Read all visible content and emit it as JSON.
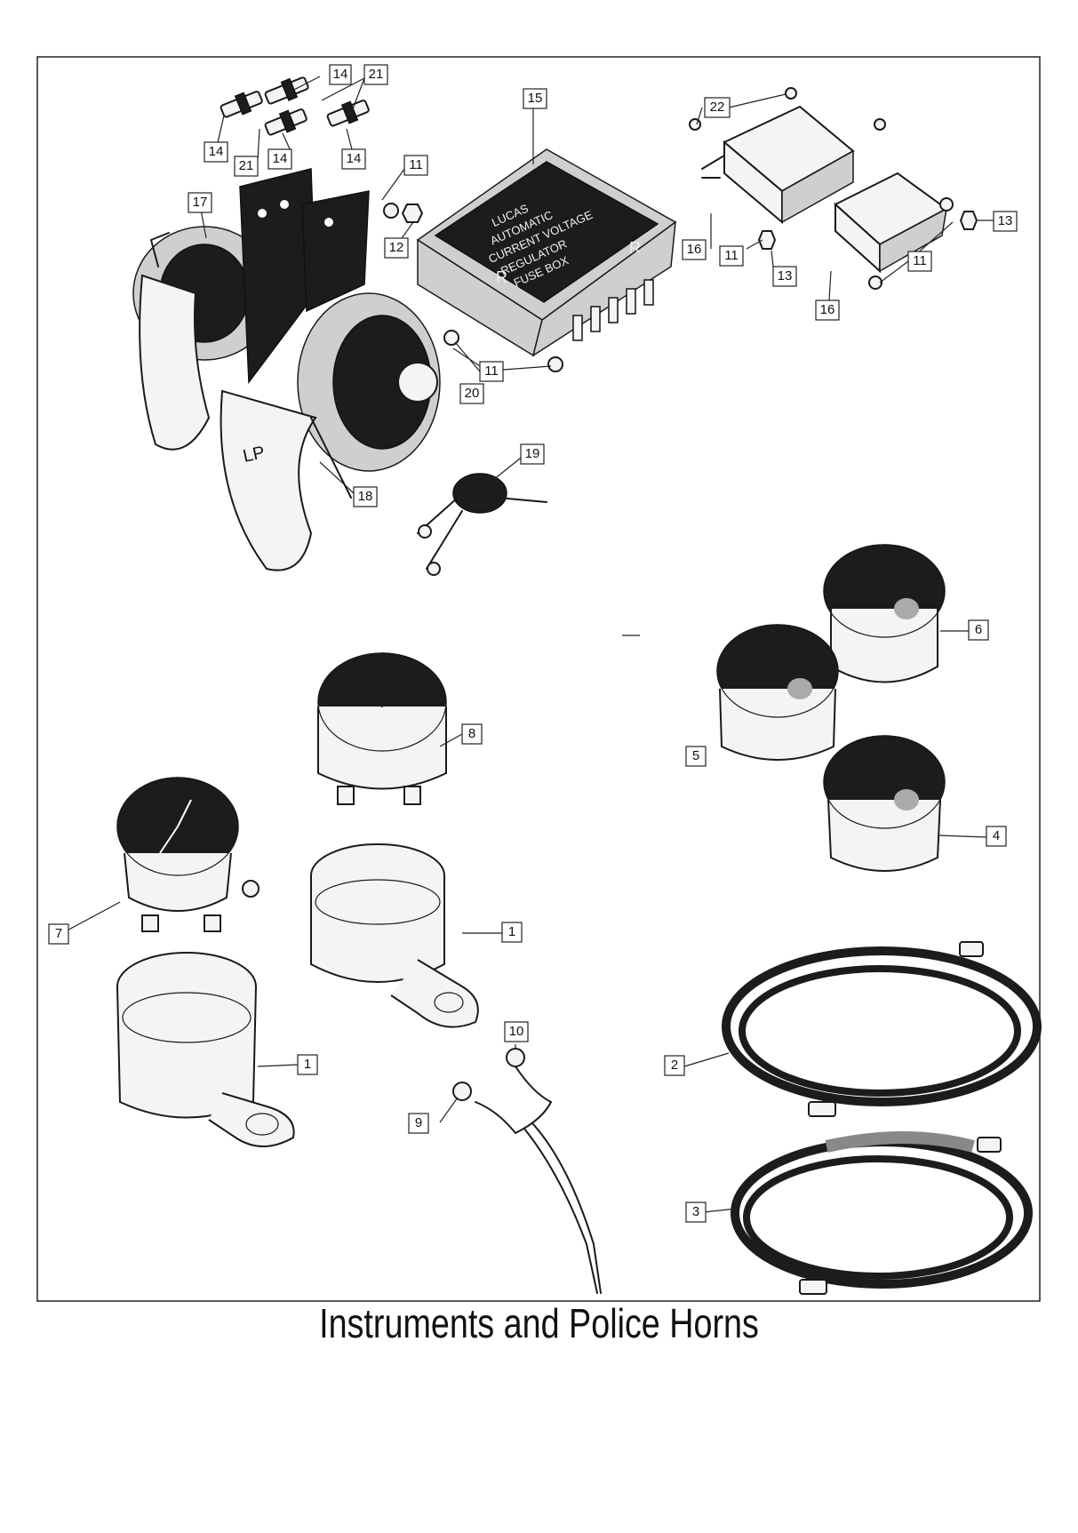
{
  "caption": "Instruments and Police Horns",
  "callouts": {
    "c1a": "1",
    "c1b": "1",
    "c2": "2",
    "c3": "3",
    "c4": "4",
    "c5": "5",
    "c6": "6",
    "c7": "7",
    "c8": "8",
    "c9": "9",
    "c10": "10",
    "c11a": "11",
    "c11b": "11",
    "c11c": "11",
    "c11d": "11",
    "c12": "12",
    "c13a": "13",
    "c13b": "13",
    "c14a": "14",
    "c14b": "14",
    "c14c": "14",
    "c14d": "14",
    "c15": "15",
    "c16a": "16",
    "c16b": "16",
    "c17": "17",
    "c18": "18",
    "c19": "19",
    "c20": "20",
    "c21a": "21",
    "c21b": "21",
    "c22": "22"
  },
  "relay_box_text": [
    "LUCAS",
    "AUTOMATIC",
    "CURRENT VOLTAGE",
    "REGULATOR",
    "FUSE BOX"
  ],
  "horn_mark": "LP",
  "relay_marks": [
    "R",
    "R"
  ]
}
